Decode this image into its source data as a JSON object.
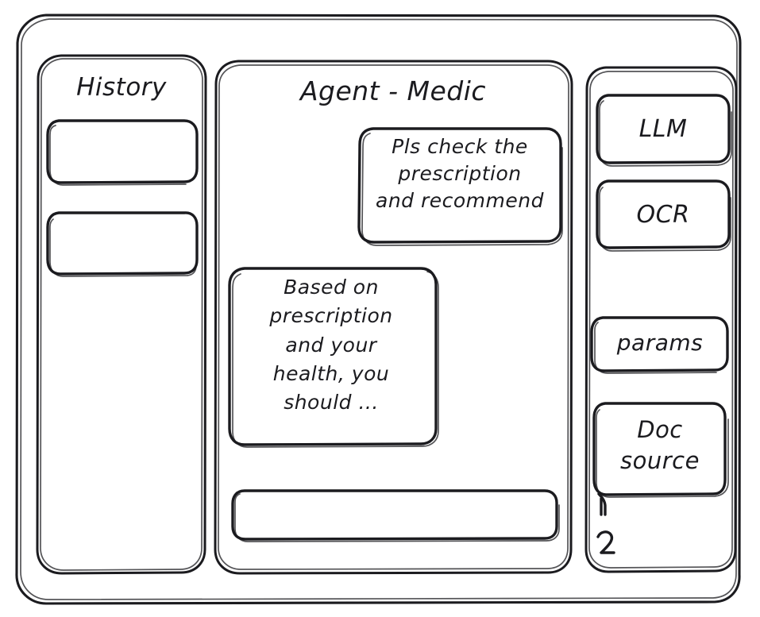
{
  "window": {
    "style": "hand-drawn-wireframe",
    "background_color": "#ffffff",
    "ink_color": "#1b1b1f"
  },
  "left_panel": {
    "title": "History",
    "items": [
      {
        "label": ""
      },
      {
        "label": ""
      }
    ]
  },
  "center_panel": {
    "title": "Agent - Medic",
    "messages": [
      {
        "role": "user",
        "align": "right",
        "text": "Pls check the\nprescription\nand recommend"
      },
      {
        "role": "assistant",
        "align": "left",
        "text": "Based on\nprescription\nand your\nhealth, you\nshould ..."
      }
    ],
    "composer": {
      "value": "",
      "placeholder": ""
    }
  },
  "right_panel": {
    "tools": [
      {
        "label": "LLM"
      },
      {
        "label": "OCR"
      }
    ],
    "settings": [
      {
        "label": "params"
      }
    ],
    "doc_source": {
      "label": "Doc\nsource",
      "sources": [
        "1",
        "2"
      ]
    }
  }
}
